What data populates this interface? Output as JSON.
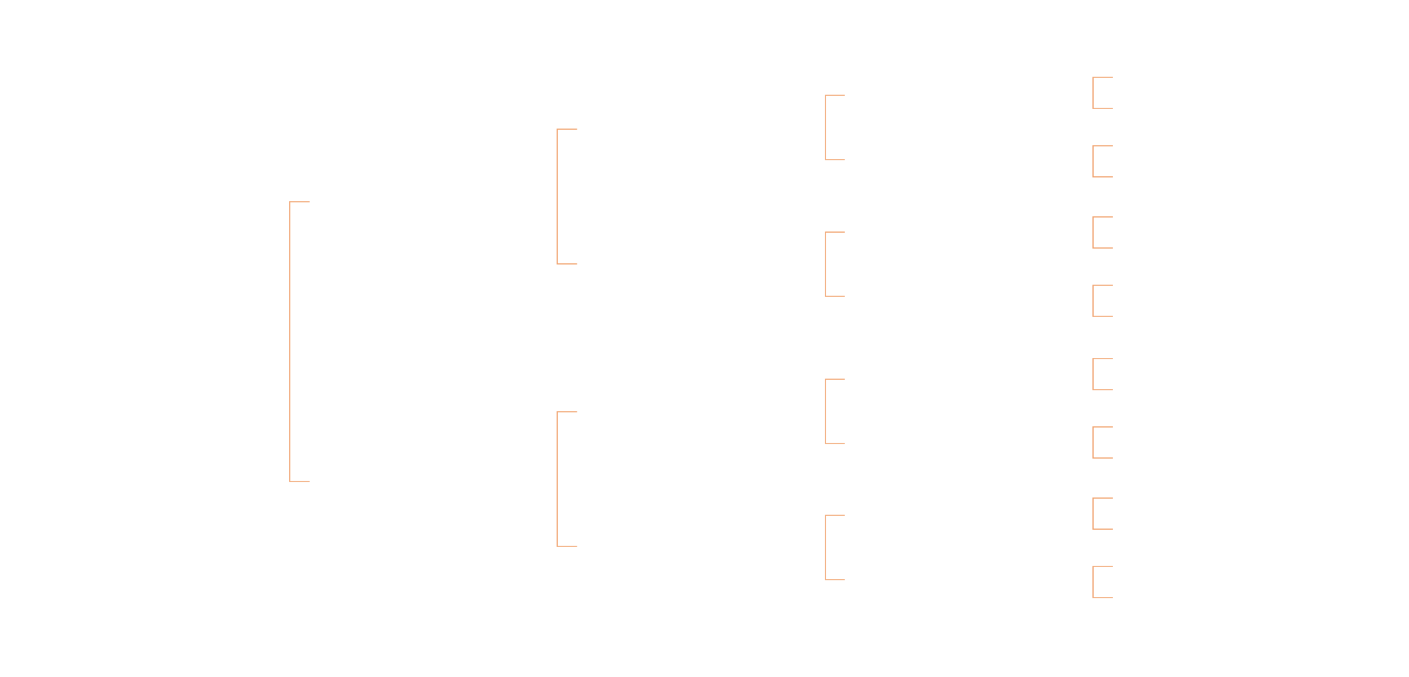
{
  "colors": {
    "background": "#ffffff",
    "connector": "#f0a06a"
  },
  "tree": {
    "levels": 4,
    "nodes_per_level": [
      1,
      2,
      4,
      8
    ],
    "connector_shape": "bracket"
  }
}
